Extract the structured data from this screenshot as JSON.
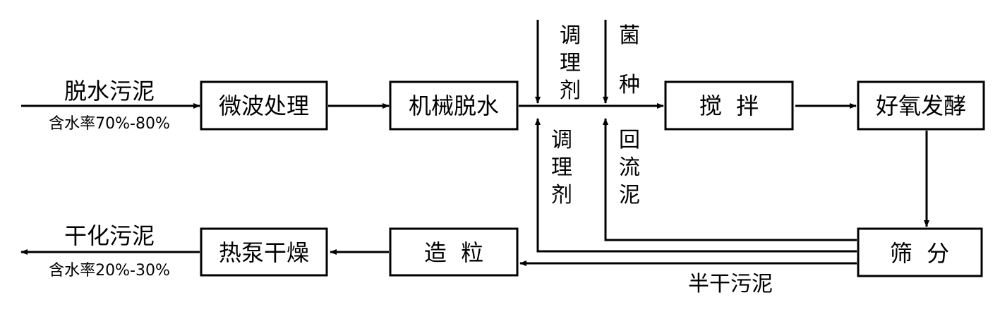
{
  "input_label": "脱水污泥",
  "input_moisture": "含水率70%-80%",
  "output_label": "干化污泥",
  "output_moisture": "含水率20%-30%",
  "boxes": {
    "microwave": "微波处理",
    "mech_dewater": "机械脱水",
    "stir": "搅  拌",
    "aerobic": "好氧发酵",
    "screen": "筛  分",
    "granulate": "造  粒",
    "heat_pump": "热泵干燥"
  },
  "vertical_labels": {
    "conditioner_top": [
      "调",
      "理",
      "剂"
    ],
    "inoculum": [
      "菌",
      "种"
    ],
    "conditioner_bottom": [
      "调",
      "理",
      "剂"
    ],
    "return_sludge": [
      "回",
      "流",
      "泥"
    ]
  },
  "semi_dry_label": "半干污泥"
}
